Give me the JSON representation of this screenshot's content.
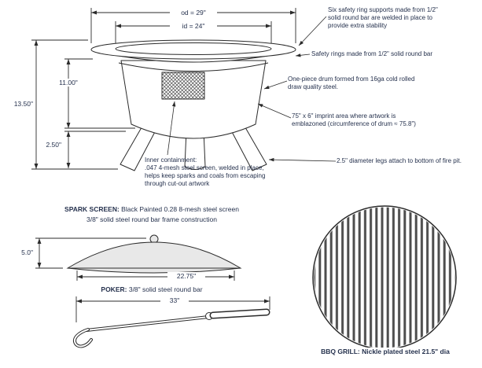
{
  "fire_pit": {
    "dims": {
      "od": "od = 29\"",
      "id": "id = 24\"",
      "overall_height": "13.50\"",
      "drum_height": "11.00\"",
      "leg_height": "2.50\""
    },
    "notes": {
      "supports": "Six safety ring supports made from 1/2\" solid round bar are welded in place to provide extra stability",
      "rings": "Safety rings made from 1/2\" solid round bar",
      "drum": "One-piece drum formed from 16ga cold rolled draw quality steel.",
      "imprint": "75\" x 6\" imprint area where artwork is emblazoned (circumference of drum ≈ 75.8\")",
      "legs": "2.5\" diameter legs attach to bottom of fire pit.",
      "containment_title": "Inner containment:",
      "containment_body": ".047 4-mesh steel screen, welded in place, helps keep sparks and coals from escaping through cut-out artwork"
    }
  },
  "spark_screen": {
    "label": "SPARK SCREEN:",
    "description": "Black Painted 0.28 8-mesh steel screen",
    "subtitle": "3/8\" solid steel round bar frame construction",
    "dims": {
      "height": "5.0\"",
      "width": "22.75\""
    }
  },
  "poker": {
    "label": "POKER:",
    "description": "3/8\" solid steel round bar",
    "dims": {
      "length": "33\""
    }
  },
  "bbq_grill": {
    "label": "BBQ GRILL:",
    "description": "Nickle plated steel 21.5\" dia"
  }
}
